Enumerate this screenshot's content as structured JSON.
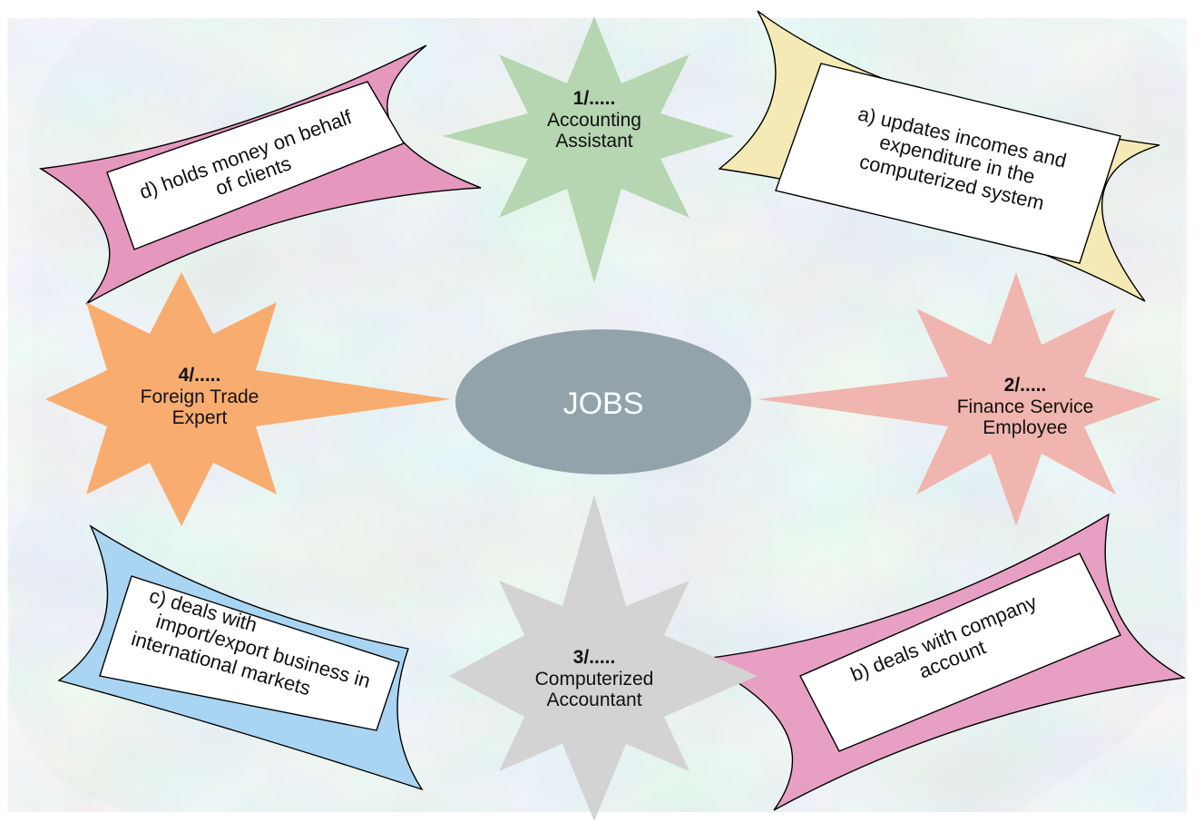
{
  "center": {
    "label": "JOBS"
  },
  "jobs": [
    {
      "num": "1/.....",
      "name_line1": "Accounting",
      "name_line2": "Assistant"
    },
    {
      "num": "2/.....",
      "name_line1": "Finance Service",
      "name_line2": "Employee"
    },
    {
      "num": "3/.....",
      "name_line1": "Computerized",
      "name_line2": "Accountant"
    },
    {
      "num": "4/.....",
      "name_line1": "Foreign Trade",
      "name_line2": "Expert"
    }
  ],
  "descriptions": {
    "a": {
      "line1": "a) updates incomes and",
      "line2": "expenditure in the",
      "line3": "computerized system"
    },
    "b": {
      "line1": "b) deals with company",
      "line2": "account"
    },
    "c": {
      "line1": "c) deals with",
      "line2": "import/export business in",
      "line3": "international markets"
    },
    "d": {
      "line1": "d) holds money on behalf",
      "line2": "of clients"
    }
  },
  "colors": {
    "background_marble_1": "#d8ecea",
    "background_marble_2": "#eaf3f4",
    "star_1": "#b5d6b0",
    "star_2": "#f0b5ae",
    "star_3": "#d3d3d3",
    "star_4": "#f8ac70",
    "ellipse": "#92a3ab",
    "banner_a": "#f5eab5",
    "banner_b": "#e7a0c3",
    "banner_c": "#a9d5f2",
    "banner_d": "#e597bd"
  }
}
